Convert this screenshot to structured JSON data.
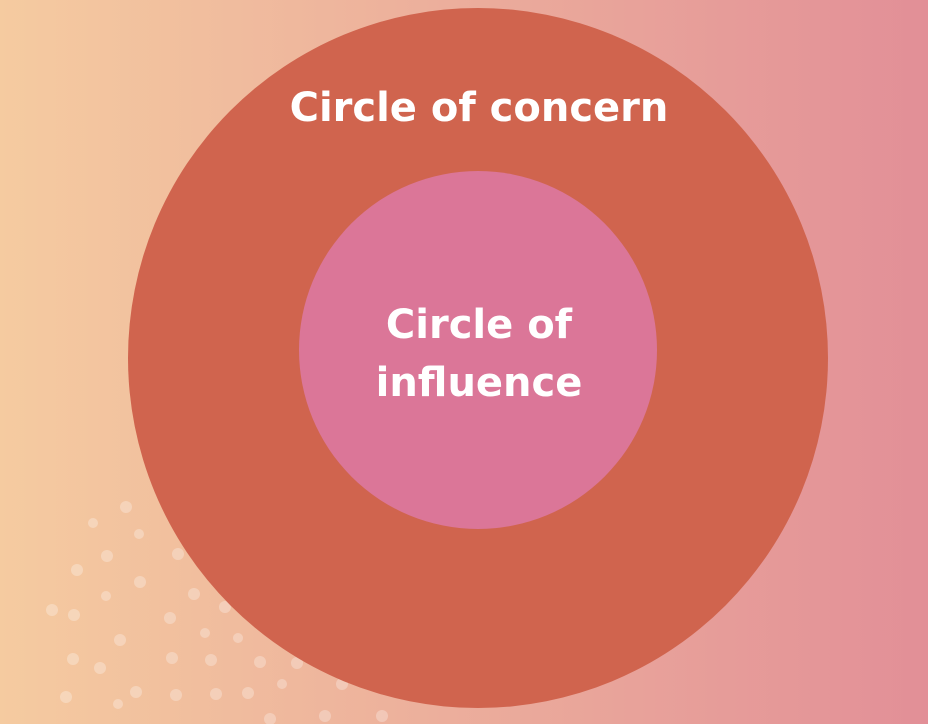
{
  "diagram": {
    "outer_circle": {
      "label": "Circle of concern",
      "color": "#d0644e"
    },
    "inner_circle": {
      "label_line1": "Circle of",
      "label_line2": "influence",
      "color": "#db7698"
    },
    "background": {
      "gradient_start": "#f5cba0",
      "gradient_end": "#e28f97",
      "dot_color": "#ffffff"
    },
    "label_color": "#ffffff"
  }
}
